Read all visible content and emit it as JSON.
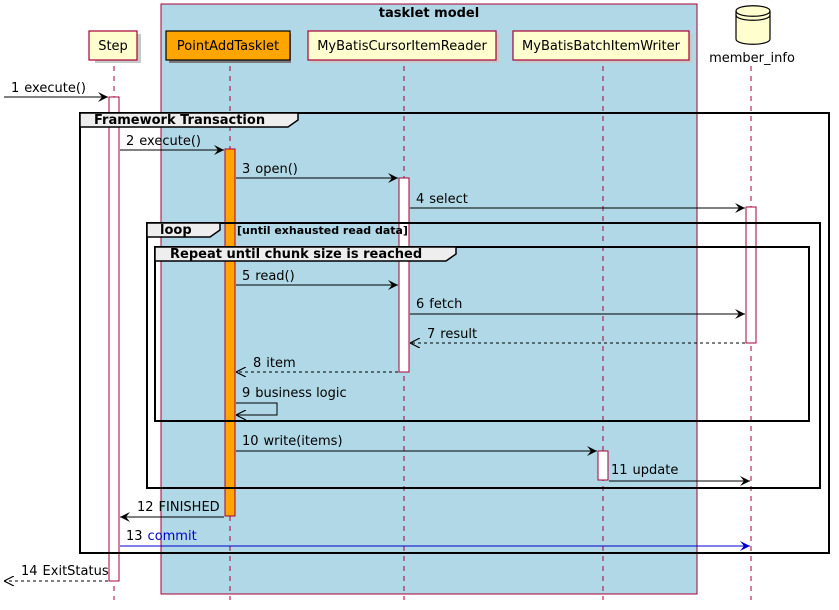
{
  "colors": {
    "box_fill": "#b0d8e6",
    "box_border": "#a80036",
    "participant_fill": "#fefece",
    "highlight_fill": "#ffa500",
    "commit_color": "#0000cc",
    "lifeline": "#a80036"
  },
  "box": {
    "title": "tasklet model"
  },
  "participants": {
    "step": "Step",
    "tasklet": "PointAddTasklet",
    "reader": "MyBatisCursorItemReader",
    "writer": "MyBatisBatchItemWriter",
    "db": "member_info"
  },
  "groups": {
    "transaction": "Framework Transaction",
    "loop": "loop",
    "loop_condition": "[until exhausted read data]",
    "repeat": "Repeat until chunk size is reached"
  },
  "messages": [
    {
      "num": "1",
      "text": "execute()"
    },
    {
      "num": "2",
      "text": "execute()"
    },
    {
      "num": "3",
      "text": "open()"
    },
    {
      "num": "4",
      "text": "select"
    },
    {
      "num": "5",
      "text": "read()"
    },
    {
      "num": "6",
      "text": "fetch"
    },
    {
      "num": "7",
      "text": "result"
    },
    {
      "num": "8",
      "text": "item"
    },
    {
      "num": "9",
      "text": "business logic"
    },
    {
      "num": "10",
      "text": "write(items)"
    },
    {
      "num": "11",
      "text": "update"
    },
    {
      "num": "12",
      "text": "FINISHED"
    },
    {
      "num": "13",
      "text": "commit"
    },
    {
      "num": "14",
      "text": "ExitStatus"
    }
  ]
}
